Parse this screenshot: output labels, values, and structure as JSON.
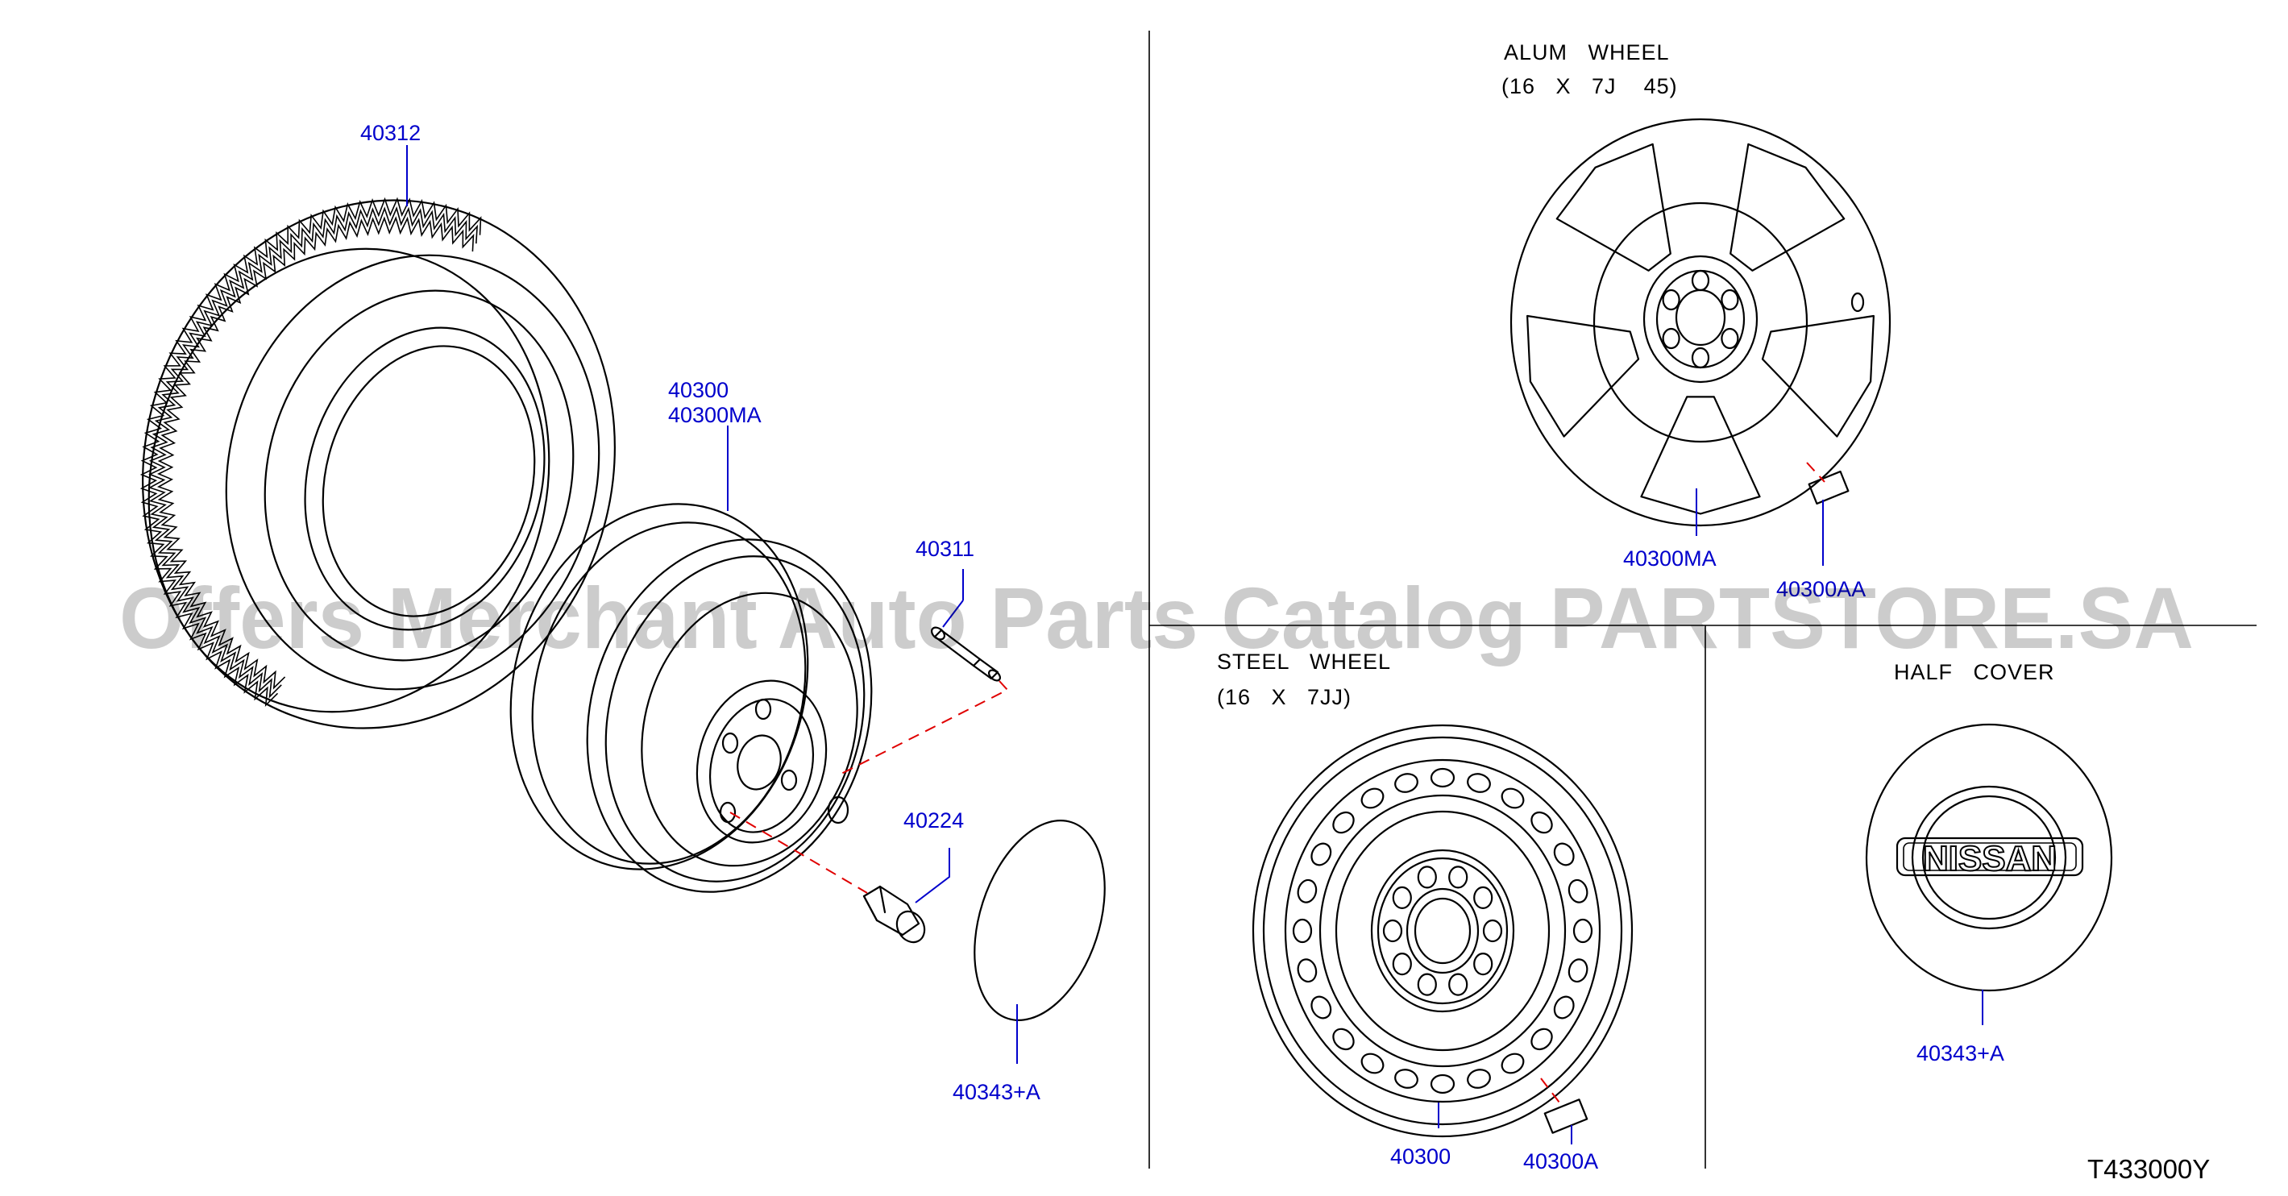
{
  "sections": {
    "alum_title": "ALUM   WHEEL",
    "alum_size": "(16   X   7J    45)",
    "steel_title": "STEEL   WHEEL",
    "steel_size": "(16   X   7JJ)",
    "cover_title": "HALF   COVER"
  },
  "parts": {
    "tire": "40312",
    "wheel_main_1": "40300",
    "wheel_main_2": "40300MA",
    "valve": "40311",
    "nut": "40224",
    "cap_main": "40343+A",
    "alum_wheel": "40300MA",
    "alum_weight": "40300AA",
    "steel_wheel": "40300",
    "steel_weight": "40300A",
    "cover": "40343+A"
  },
  "cover_brand": "NISSAN",
  "diagram_code": "T433000Y",
  "watermark": "Offers Merchant Auto Parts Catalog PARTSTORE.SA",
  "colors": {
    "part_number": "#0000cc",
    "leader_dash": "#e00000",
    "line": "#000000"
  }
}
